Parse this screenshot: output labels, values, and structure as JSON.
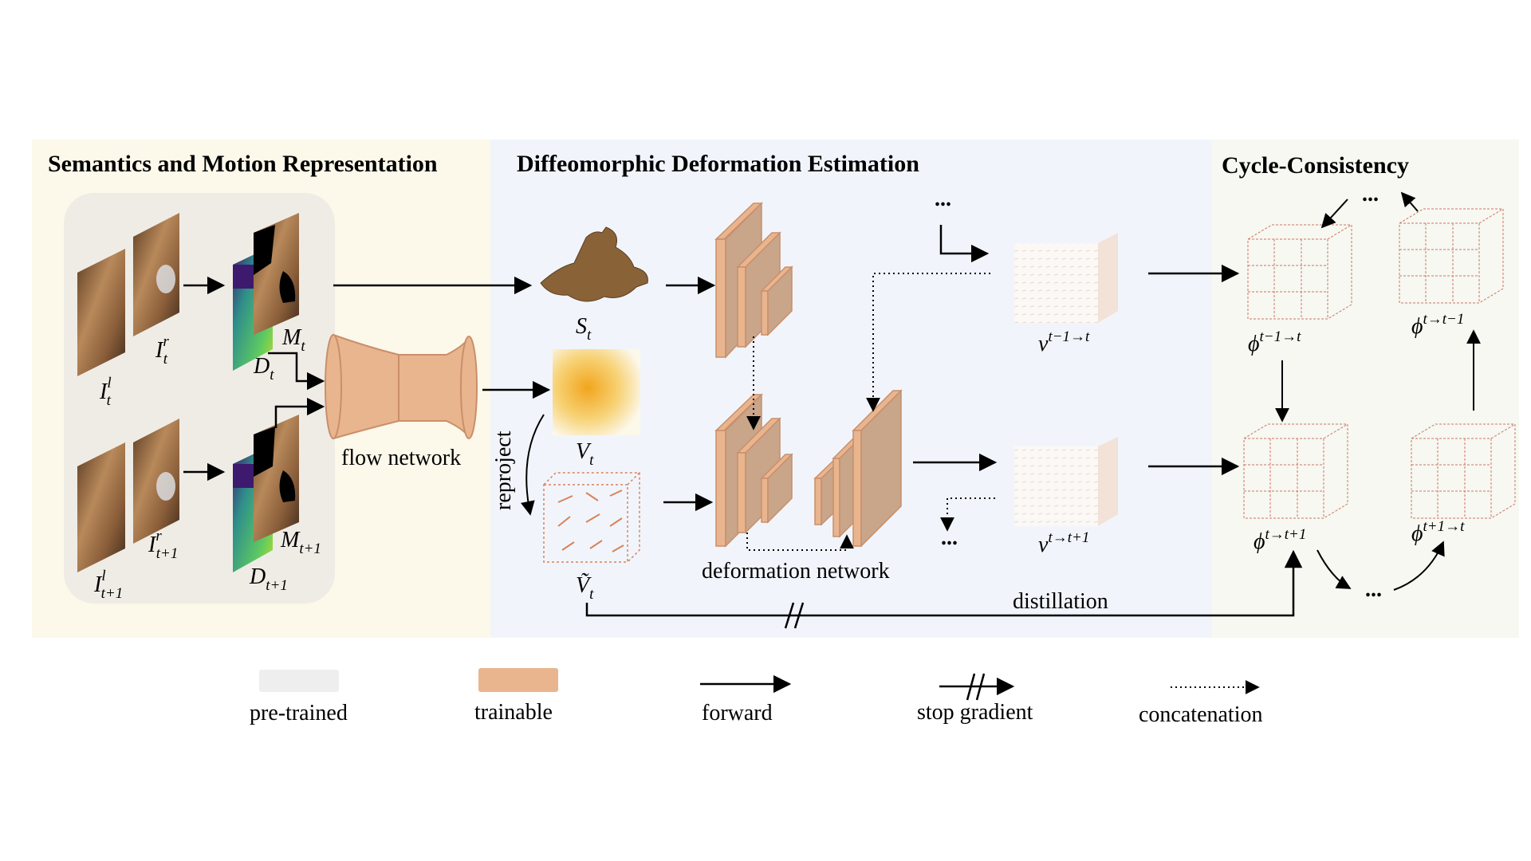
{
  "sections": {
    "semantics_title": "Semantics and Motion Representation",
    "deformation_title": "Diffeomorphic Deformation Estimation",
    "cycle_title": "Cycle-Consistency"
  },
  "inputs": {
    "left_t": {
      "base": "I",
      "sup": "l",
      "sub": "t"
    },
    "right_t": {
      "base": "I",
      "sup": "r",
      "sub": "t"
    },
    "left_t1": {
      "base": "I",
      "sup": "l",
      "sub": "t+1"
    },
    "right_t1": {
      "base": "I",
      "sup": "r",
      "sub": "t+1"
    },
    "mask_t": {
      "base": "M",
      "sub": "t"
    },
    "depth_t": {
      "base": "D",
      "sub": "t"
    },
    "mask_t1": {
      "base": "M",
      "sub": "t+1"
    },
    "depth_t1": {
      "base": "D",
      "sub": "t+1"
    }
  },
  "labels": {
    "flow_network": "flow network",
    "reproject": "reproject",
    "deformation_network": "deformation network",
    "distillation": "distillation",
    "ellipsis": "..."
  },
  "variables": {
    "s_t": {
      "base": "S",
      "sub": "t"
    },
    "v_t": {
      "base": "V",
      "sub": "t"
    },
    "v_tilde_t": {
      "base": "Ṽ",
      "sub": "t"
    },
    "vel_prev": {
      "base": "v",
      "sup": "t−1→t"
    },
    "vel_next": {
      "base": "v",
      "sup": "t→t+1"
    },
    "phi_prev": {
      "base": "ϕ",
      "sup": "t−1→t"
    },
    "phi_back_prev": {
      "base": "ϕ",
      "sup": "t→t−1"
    },
    "phi_next": {
      "base": "ϕ",
      "sup": "t→t+1"
    },
    "phi_back_next": {
      "base": "ϕ",
      "sup": "t+1→t"
    }
  },
  "legend": {
    "pretrained": "pre-trained",
    "trainable": "trainable",
    "forward": "forward",
    "stop_gradient": "stop gradient",
    "concatenation": "concatenation"
  },
  "colors": {
    "section1_bg": "#fcf8ea",
    "section2_bg": "#f1f5fb",
    "section3_bg": "#f6f8f1",
    "inner_box": "#efece6",
    "trainable_fill": "#e9b58f",
    "trainable_dark": "#c98f6a",
    "pretrained_fill": "#eeeeee",
    "arrow": "#000000",
    "vector_arrow": "#d9825a",
    "grid_line": "#c44a3a"
  }
}
